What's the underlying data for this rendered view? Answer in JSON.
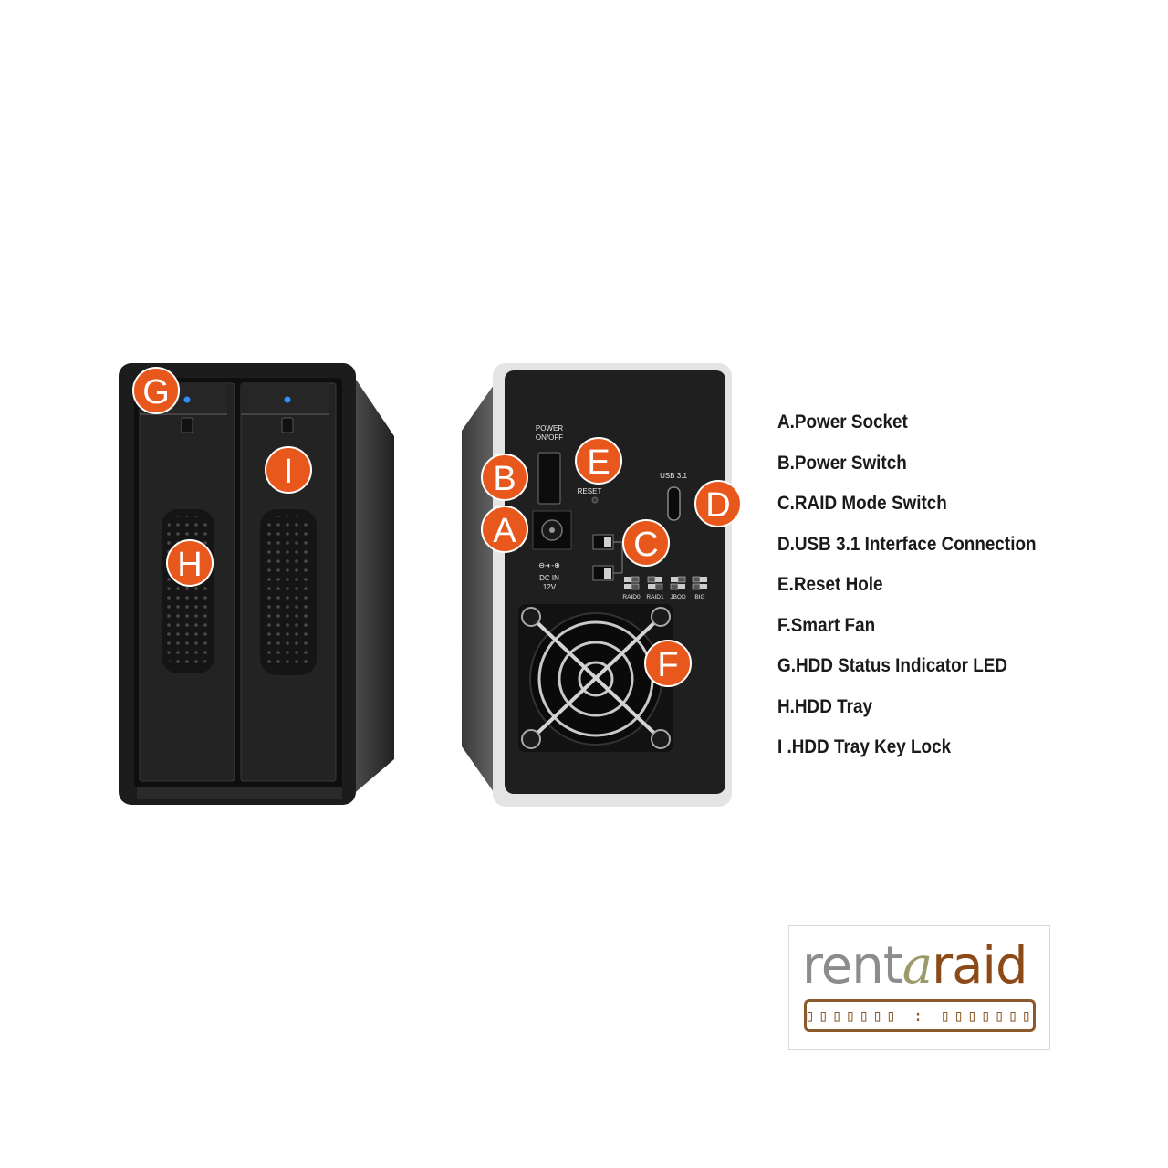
{
  "legend": [
    "A.Power Socket",
    "B.Power Switch",
    "C.RAID Mode Switch",
    "D.USB 3.1 Interface Connection",
    "E.Reset Hole",
    "F.Smart Fan",
    "G.HDD Status Indicator LED",
    "H.HDD Tray",
    "I .HDD Tray Key Lock"
  ],
  "callouts": {
    "a": "A",
    "b": "B",
    "c": "C",
    "d": "D",
    "e": "E",
    "f": "F",
    "g": "G",
    "h": "H",
    "i": "I"
  },
  "rear_panel": {
    "power_label_1": "POWER",
    "power_label_2": "ON/OFF",
    "reset_label": "RESET",
    "usb_label": "USB 3.1",
    "dc_label_1": "DC IN",
    "dc_label_2": "12V",
    "modes": [
      "RAID0",
      "RAID1",
      "JBOD",
      "BIG"
    ]
  },
  "logo": {
    "rent": "rent",
    "a": "a",
    "raid": "raid",
    "band_text": "▯▯▯▯▯▯▯ : ▯▯▯▯▯▯▯"
  },
  "colors": {
    "callout_orange": "#e8581c",
    "enclosure_dark": "#1c1c1c",
    "led_blue": "#2f8fff",
    "logo_brown": "#8b4a17"
  }
}
